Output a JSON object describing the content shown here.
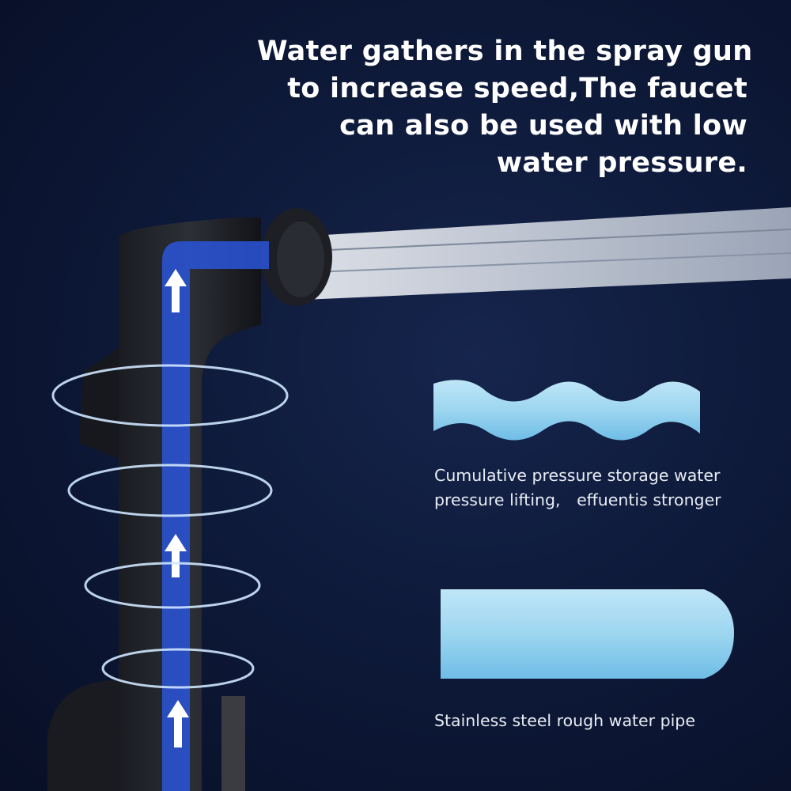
{
  "headline": {
    "lines": [
      "Water gathers in the spray gun",
      "to increase speed,The faucet",
      "can also be used with low",
      "water pressure."
    ]
  },
  "wavy_pipe": {
    "caption_lines": [
      "Cumulative pressure storage water",
      "pressure lifting,　effuentis stronger"
    ]
  },
  "straight_pipe": {
    "caption": "Stainless steel rough water pipe"
  },
  "colors": {
    "background": "#0e1a3a",
    "pipe": "#9fd8f0",
    "flow": "#2a55d8"
  }
}
